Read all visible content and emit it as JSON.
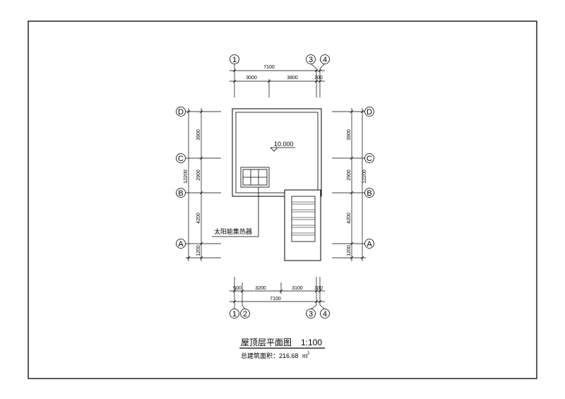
{
  "drawing": {
    "title": "屋顶层平面图",
    "scale": "1:100",
    "area_label": "总建筑面积：216.68",
    "area_unit": "m",
    "area_unit_sup": "2",
    "elevation": "10.000",
    "annotation": "太阳能集热器"
  },
  "axes": {
    "top": [
      "1",
      "3",
      "4"
    ],
    "bottom": [
      "1",
      "2",
      "3",
      "4"
    ],
    "left": [
      "D",
      "C",
      "B",
      "A"
    ],
    "right": [
      "D",
      "C",
      "B",
      "A"
    ]
  },
  "dimensions": {
    "top_total": "7100",
    "top_segments": [
      "3000",
      "3800",
      "300"
    ],
    "bottom_segments": [
      "500",
      "3200",
      "3100",
      "300"
    ],
    "bottom_total": "7100",
    "side_segments": [
      "3900",
      "2900",
      "4200",
      "1200"
    ],
    "side_total": "12200"
  }
}
